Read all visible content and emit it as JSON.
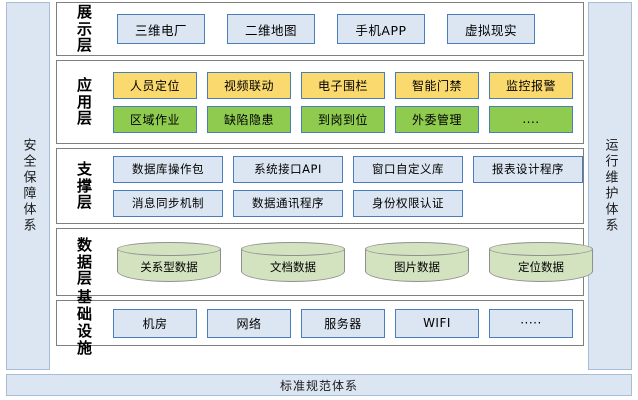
{
  "diagram": {
    "left_band": {
      "label": "安全保障体系"
    },
    "right_band": {
      "label": "运行维护体系"
    },
    "bottom_bar": {
      "label": "标准规范体系"
    },
    "layers": [
      {
        "id": "presentation",
        "label_chars": [
          "展",
          "示",
          "层"
        ],
        "rows": [
          {
            "style": "blue",
            "nodes": [
              "三维电厂",
              "二维地图",
              "手机APP",
              "虚拟现实"
            ]
          }
        ]
      },
      {
        "id": "application",
        "label_chars": [
          "应",
          "用",
          "层"
        ],
        "rows": [
          {
            "style": "gold",
            "nodes": [
              "人员定位",
              "视频联动",
              "电子围栏",
              "智能门禁",
              "监控报警"
            ]
          },
          {
            "style": "green",
            "nodes": [
              "区域作业",
              "缺陷隐患",
              "到岗到位",
              "外委管理",
              "...."
            ]
          }
        ]
      },
      {
        "id": "support",
        "label_chars": [
          "支",
          "撑",
          "层"
        ],
        "rows": [
          {
            "style": "blue",
            "nodes": [
              "数据库操作包",
              "系统接口API",
              "窗口自定义库",
              "报表设计程序"
            ]
          },
          {
            "style": "blue",
            "nodes": [
              "消息同步机制",
              "数据通讯程序",
              "身份权限认证",
              ""
            ]
          }
        ]
      },
      {
        "id": "data",
        "label_chars": [
          "数",
          "据",
          "层"
        ],
        "rows": [
          {
            "style": "cylinder",
            "nodes": [
              "关系型数据",
              "文档数据",
              "图片数据",
              "定位数据"
            ]
          }
        ]
      },
      {
        "id": "infrastructure",
        "label_chars": [
          "基",
          "础",
          "设",
          "施"
        ],
        "rows": [
          {
            "style": "blue",
            "nodes": [
              "机房",
              "网络",
              "服务器",
              "WIFI",
              "·····"
            ]
          }
        ]
      }
    ],
    "colors": {
      "band_fill": "#dce6f2",
      "band_border": "#a7bdd8",
      "box_blue_fill": "#dce6f2",
      "box_blue_border": "#4a7ebb",
      "box_gold_fill": "#fad96e",
      "box_green_fill": "#8ecb4f",
      "cylinder_fill": "#d3e3c0",
      "cylinder_border": "#8f8f8f",
      "layer_border": "#7f7f7f"
    }
  }
}
